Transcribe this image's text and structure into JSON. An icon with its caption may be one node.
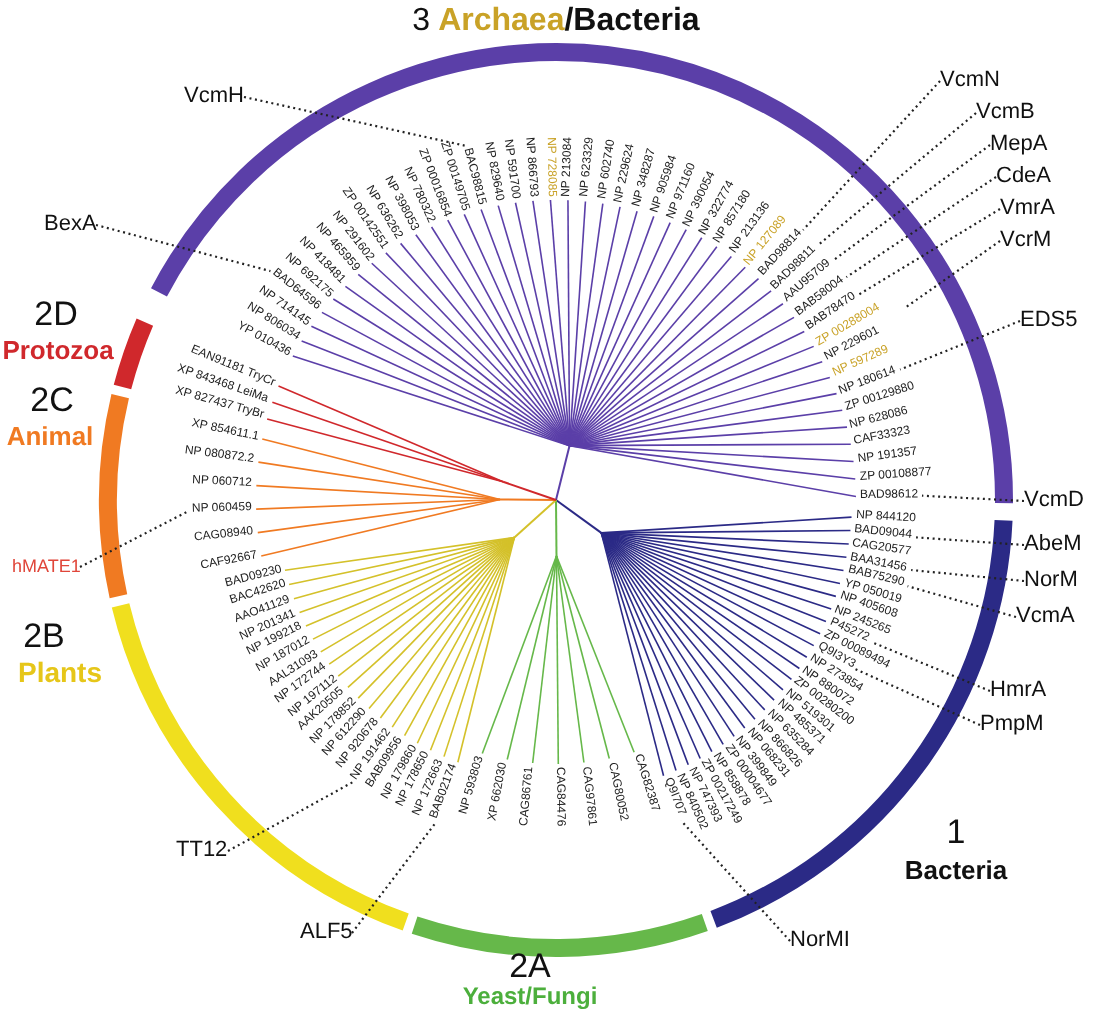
{
  "diagram": {
    "nodes": [
      {
        "text": [
          "VcmH"
        ]
      },
      {
        "text": [
          "BAC98815"
        ]
      },
      {
        "text": [
          "BexA"
        ]
      },
      {
        "text": [
          "BAD64596"
        ]
      },
      {
        "text": [
          "VcmN"
        ]
      },
      {
        "text": [
          "BAD98814"
        ]
      },
      {
        "text": [
          "VcmB"
        ]
      },
      {
        "text": [
          "BAD98811"
        ]
      },
      {
        "text": [
          "MepA"
        ]
      },
      {
        "text": [
          "AAU95709"
        ]
      },
      {
        "text": [
          "CdeA"
        ]
      },
      {
        "text": [
          "BAB58004"
        ]
      },
      {
        "text": [
          "VmrA"
        ]
      },
      {
        "text": [
          "BAB78470"
        ]
      },
      {
        "text": [
          "VcrM"
        ]
      },
      {
        "text": [
          "EDS5"
        ]
      },
      {
        "text": [
          "NP 180614"
        ]
      },
      {
        "text": [
          "VcmD"
        ]
      },
      {
        "text": [
          "BAD98612"
        ]
      },
      {
        "text": [
          "AbeM"
        ]
      },
      {
        "text": [
          "BAD09044"
        ]
      },
      {
        "text": [
          "NorM"
        ]
      },
      {
        "text": [
          "BAA31456"
        ]
      },
      {
        "text": [
          "VcmA"
        ]
      },
      {
        "text": [
          "BAB75290"
        ]
      },
      {
        "text": [
          "HmrA"
        ]
      },
      {
        "text": [
          "P45272"
        ]
      },
      {
        "text": [
          "PmpM"
        ]
      },
      {
        "text": [
          "Q9I3Y3"
        ]
      },
      {
        "text": [
          "NorMI"
        ]
      },
      {
        "text": [
          "Q9I707"
        ]
      },
      {
        "text": [
          "ALF5"
        ]
      },
      {
        "text": [
          "BAB02174"
        ]
      },
      {
        "text": [
          "TT12"
        ]
      },
      {
        "text": [
          "NP 191462"
        ]
      },
      {
        "text": [
          "hMATE1"
        ]
      },
      {
        "text": [
          "NP 060459"
        ]
      }
    ],
    "edges": [
      {
        "from": 0,
        "to": 1,
        "arrow": "none"
      },
      {
        "from": 2,
        "to": 3,
        "arrow": "none"
      },
      {
        "from": 4,
        "to": 5,
        "arrow": "none"
      },
      {
        "from": 6,
        "to": 7,
        "arrow": "none"
      },
      {
        "from": 8,
        "to": 9,
        "arrow": "none"
      },
      {
        "from": 10,
        "to": 11,
        "arrow": "none"
      },
      {
        "from": 12,
        "to": 13,
        "arrow": "none"
      },
      {
        "from": 14,
        "to": null,
        "arrow": "none"
      },
      {
        "from": 15,
        "to": 16,
        "arrow": "none"
      },
      {
        "from": 17,
        "to": 18,
        "arrow": "none"
      },
      {
        "from": 19,
        "to": 20,
        "arrow": "none"
      },
      {
        "from": 21,
        "to": 22,
        "arrow": "none"
      },
      {
        "from": 23,
        "to": 24,
        "arrow": "none"
      },
      {
        "from": 25,
        "to": 26,
        "arrow": "none"
      },
      {
        "from": 27,
        "to": 28,
        "arrow": "none"
      },
      {
        "from": 29,
        "to": 30,
        "arrow": "none"
      },
      {
        "from": 31,
        "to": 32,
        "arrow": "none"
      },
      {
        "from": 33,
        "to": 34,
        "arrow": "none"
      },
      {
        "from": 35,
        "to": 36,
        "arrow": "none"
      }
    ],
    "labels": [
      "3",
      "Archaea",
      "/Bacteria",
      "2D",
      "Protozoa",
      "2C",
      "Animal",
      "2B",
      "Plants",
      "2A",
      "Yeast/Fungi",
      "1",
      "Bacteria",
      "YP 010436",
      "NP 806034",
      "NP 714145",
      "NP 692175",
      "NP 418481",
      "NP 465959",
      "NP 291602",
      "ZP 00142551",
      "NP 636262",
      "NP 398053",
      "NP 780322",
      "ZP 00016854",
      "ZP 00149705",
      "NP 829640",
      "NP 591700",
      "NP 866793",
      "NP 728085",
      "NP 213084",
      "NP 623329",
      "NP 602740",
      "NP 229624",
      "NP 348287",
      "NP 905984",
      "NP 971160",
      "NP 390054",
      "NP 322774",
      "NP 857180",
      "NP 213136",
      "NP 127089",
      "ZP 00288004",
      "NP 229601",
      "NP 597289",
      "ZP 00129880",
      "NP 628086",
      "CAF33323",
      "NP 191357",
      "ZP 00108877",
      "NP 844120",
      "CAG20577",
      "YP 050019",
      "NP 405608",
      "NP 245265",
      "ZP 00089494",
      "NP 273854",
      "NP 880072",
      "ZP 00280200",
      "NP 519301",
      "NP 485371",
      "NP 635284",
      "NP 866826",
      "NP 068231",
      "NP 399849",
      "ZP 00004677",
      "NP 858878",
      "ZP 00217249",
      "NP 747393",
      "NP 840502",
      "BAD09230",
      "BAC42620",
      "AAO41129",
      "NP 201341",
      "NP 199218",
      "NP 187012",
      "AAL31093",
      "NP 172744",
      "NP 197112",
      "AAK20505",
      "NP 178852",
      "NP 612290",
      "NP 920678",
      "BAB09956",
      "NP 179860",
      "NP 178650",
      "NP 172663",
      "NP 593803",
      "XP 662030",
      "CAG86761",
      "CAG84476",
      "CAG97861",
      "CAG80052",
      "CAG82387",
      "CAF92667",
      "CAG08940",
      "NP 060712",
      "NP 080872.2",
      "XP 854611.1",
      "XP 827437 TryBr",
      "XP 843468 LeiMa",
      "EAN91181 TryCr"
    ]
  }
}
